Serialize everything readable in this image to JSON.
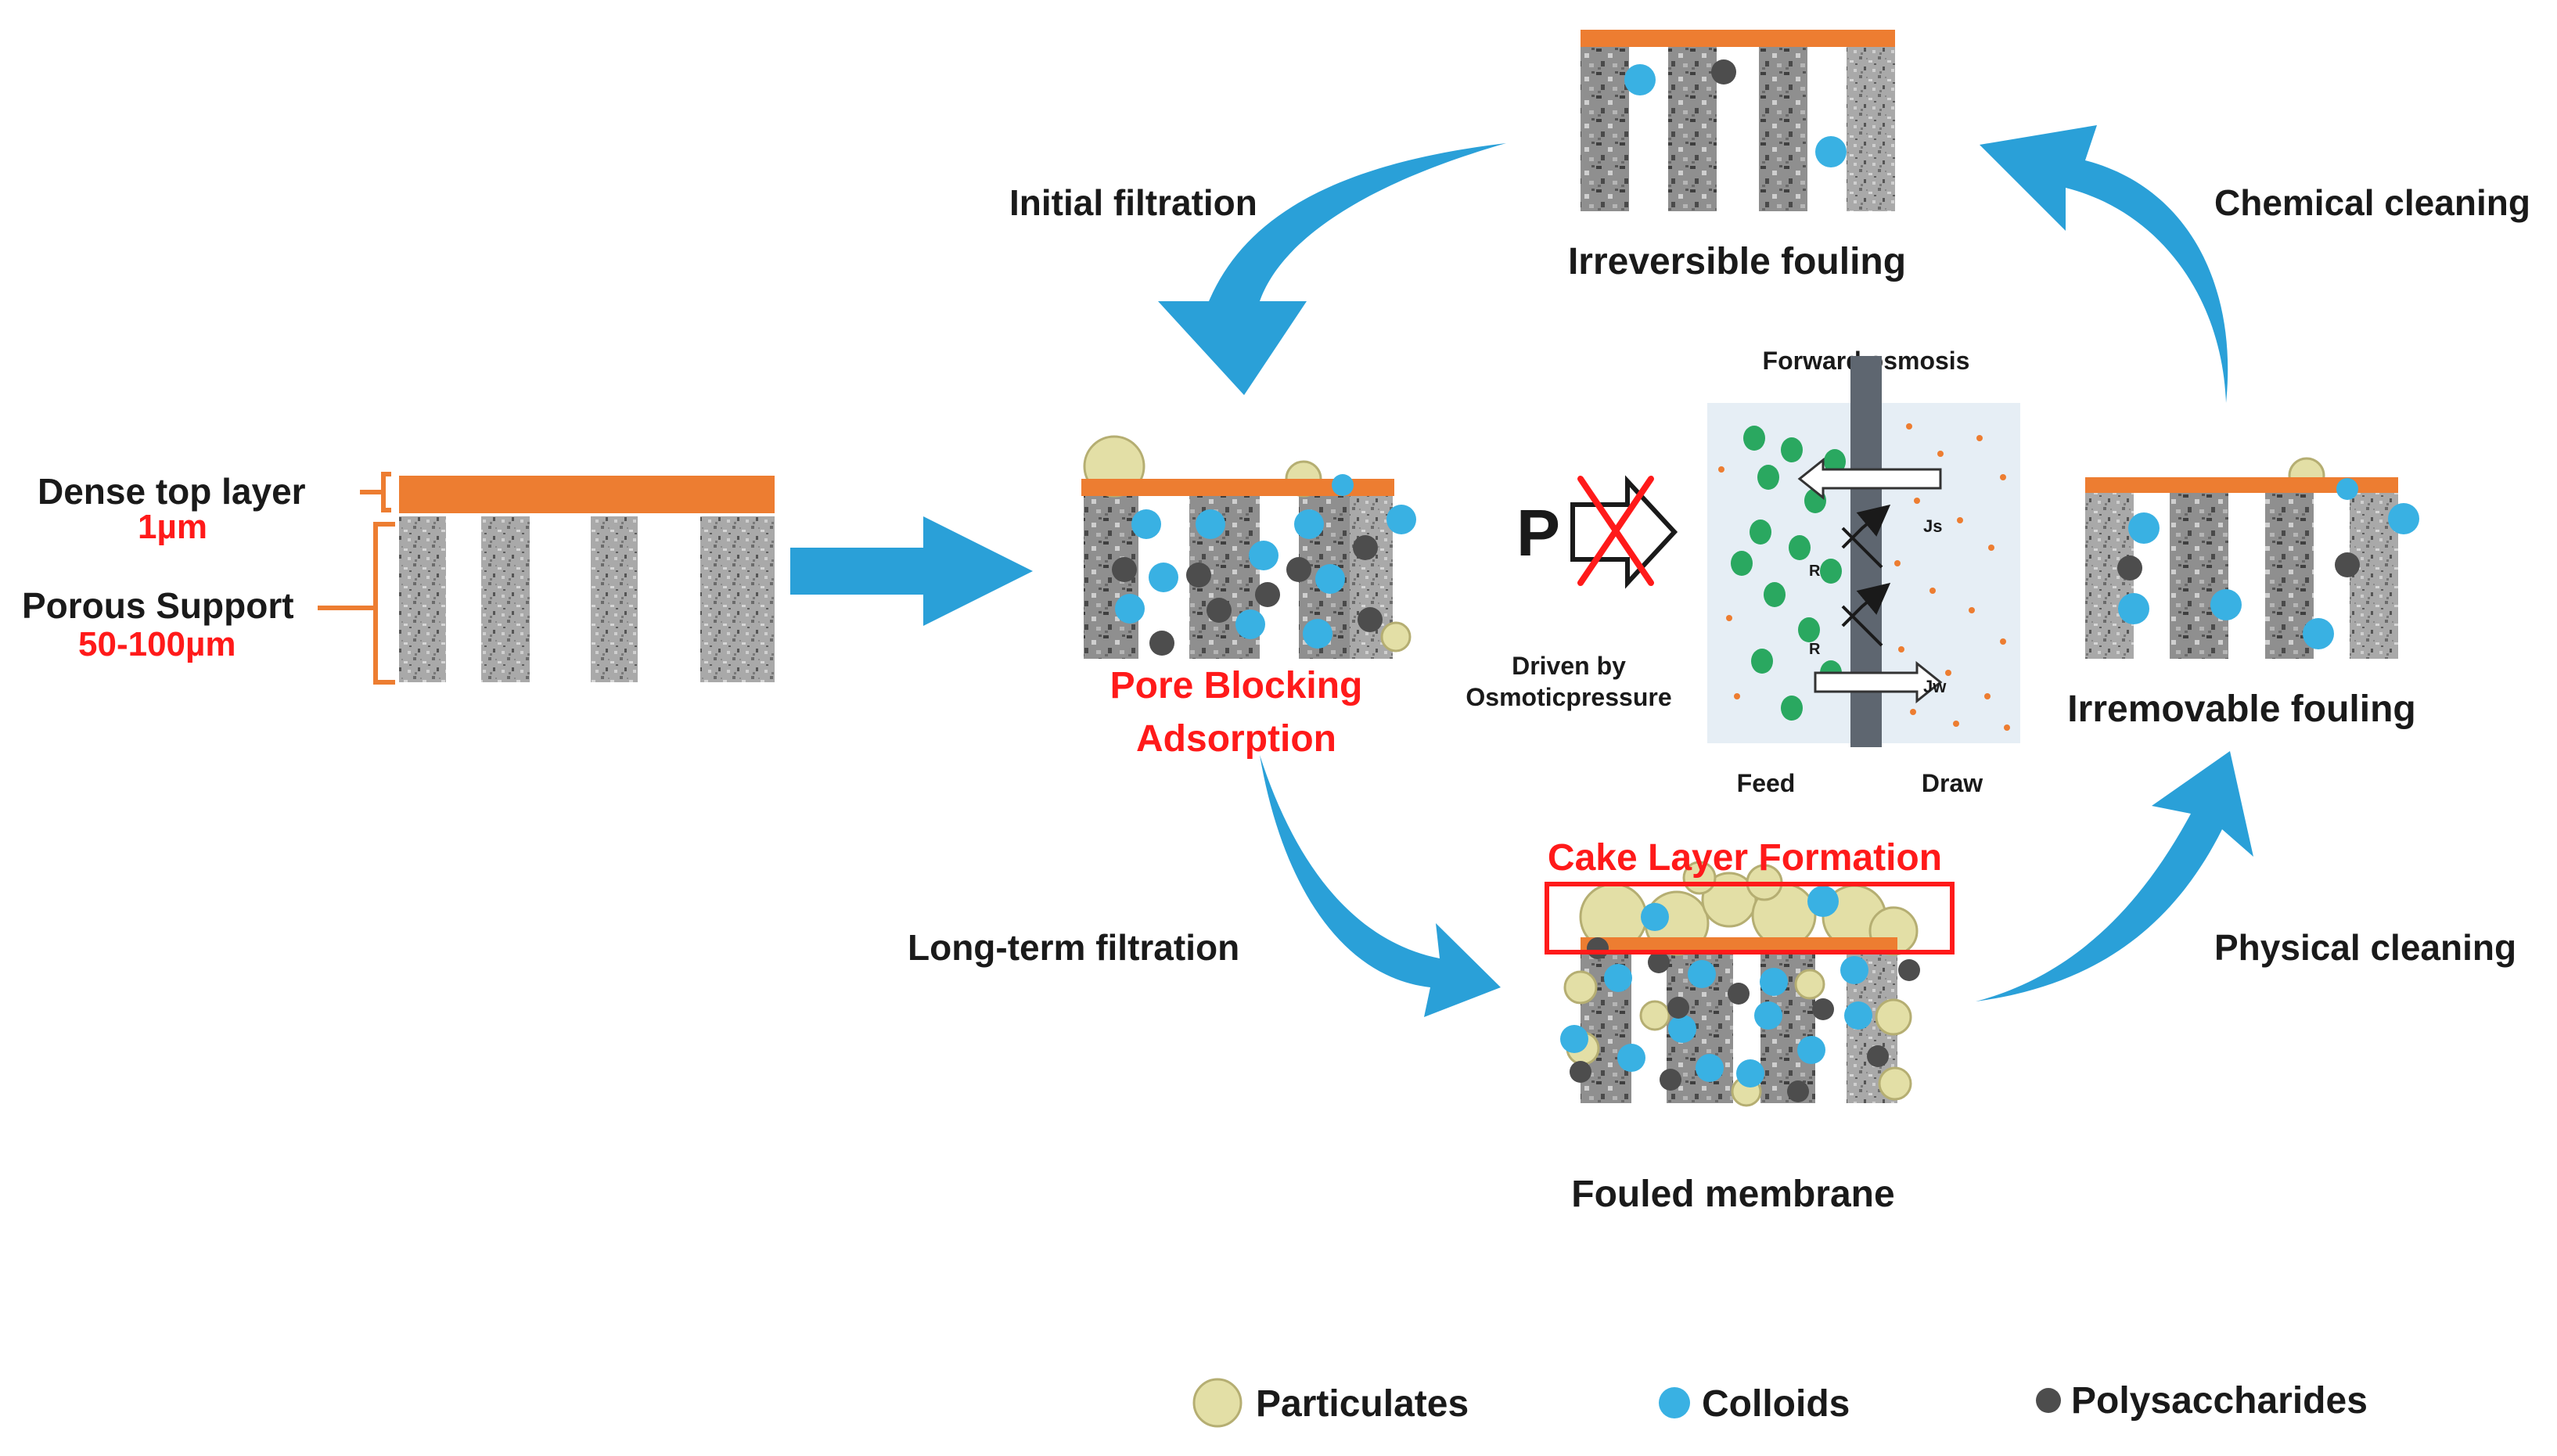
{
  "membrane": {
    "dense_layer_label": "Dense top layer",
    "dense_layer_thickness": "1µm",
    "support_label": "Porous Support",
    "support_thickness": "50-100µm"
  },
  "stages": {
    "pore_blocking_line1": "Pore Blocking",
    "pore_blocking_line2": "Adsorption",
    "irreversible": "Irreversible fouling",
    "irremovable": "Irremovable fouling",
    "fouled": "Fouled membrane",
    "cake_layer": "Cake Layer Formation"
  },
  "processes": {
    "initial": "Initial filtration",
    "chemical": "Chemical cleaning",
    "long_term": "Long-term filtration",
    "physical": "Physical cleaning"
  },
  "forward_osmosis": {
    "title": "Forward osmosis",
    "pressure_symbol": "P",
    "driven_line1": "Driven by",
    "driven_line2": "Osmoticpressure",
    "feed": "Feed",
    "draw": "Draw",
    "js": "Js",
    "jw": "Jw",
    "r_label": "R"
  },
  "legend": [
    {
      "label": "Particulates",
      "color": "#e3dfa6"
    },
    {
      "label": "Colloids",
      "color": "#39b1e3"
    },
    {
      "label": "Polysaccharides",
      "color": "#4d4d4d"
    }
  ],
  "colors": {
    "top_layer": "#ed7d31",
    "arrow": "#2aa0d8",
    "highlight_red": "#ff1a1a",
    "green_solute": "#2aa860"
  }
}
